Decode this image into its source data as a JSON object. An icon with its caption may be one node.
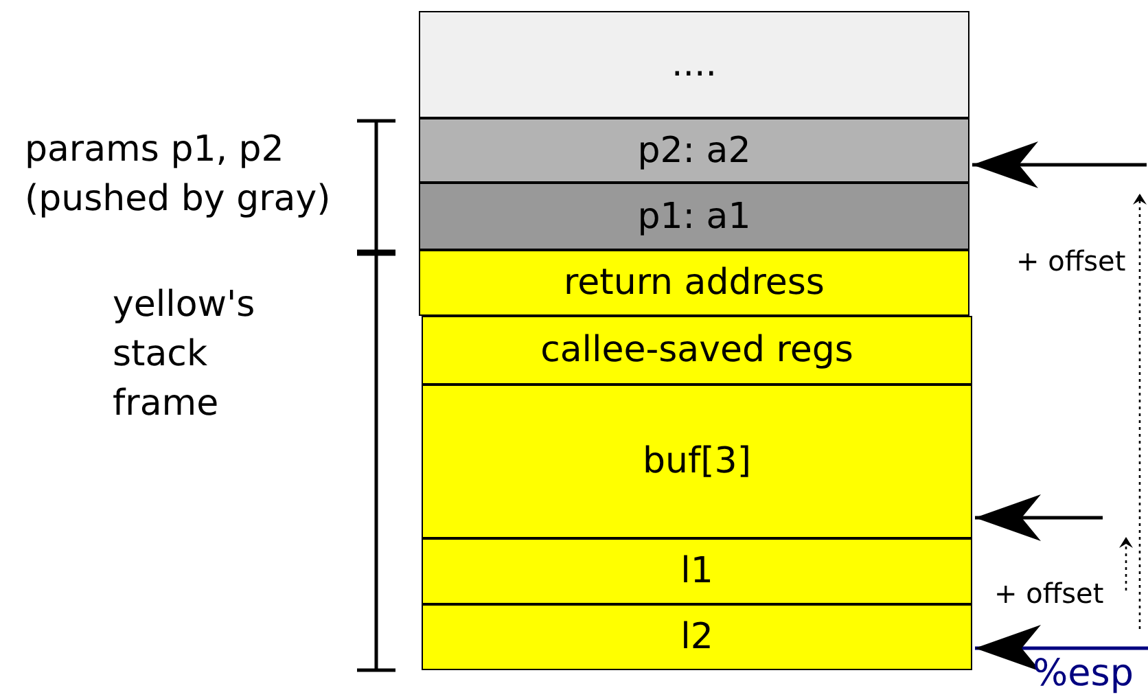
{
  "diagram": {
    "nodes": [
      {
        "text": [
          "...."
        ]
      },
      {
        "text": [
          "p2: a2"
        ]
      },
      {
        "text": [
          "p1: a1"
        ]
      },
      {
        "text": [
          "return address"
        ]
      },
      {
        "text": [
          "callee-saved regs"
        ]
      },
      {
        "text": [
          "buf[3]"
        ]
      },
      {
        "text": [
          "l1"
        ]
      },
      {
        "text": [
          "l2"
        ]
      },
      {
        "text": [
          "%esp"
        ]
      }
    ],
    "edges": [
      {
        "from": null,
        "to": 1,
        "arrow": "to"
      },
      {
        "from": null,
        "to": 5,
        "arrow": "to"
      },
      {
        "from": 8,
        "to": 7,
        "arrow": "to",
        "color": "#000080"
      }
    ],
    "labels": [
      "params p1, p2 (pushed by gray)",
      "yellow's stack frame",
      "+ offset",
      "+ offset"
    ]
  }
}
